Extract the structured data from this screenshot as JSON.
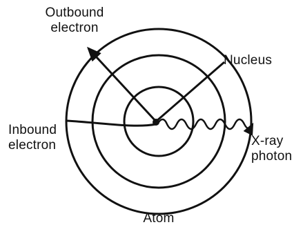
{
  "labels": {
    "outbound_line1": "Outbound",
    "outbound_line2": "electron",
    "nucleus": "Nucleus",
    "inbound_line1": "Inbound",
    "inbound_line2": "electron",
    "xray_line1": "X-ray",
    "xray_line2": "photon",
    "atom": "Atom"
  },
  "colors": {
    "ink": "#111111",
    "background": "#ffffff"
  }
}
